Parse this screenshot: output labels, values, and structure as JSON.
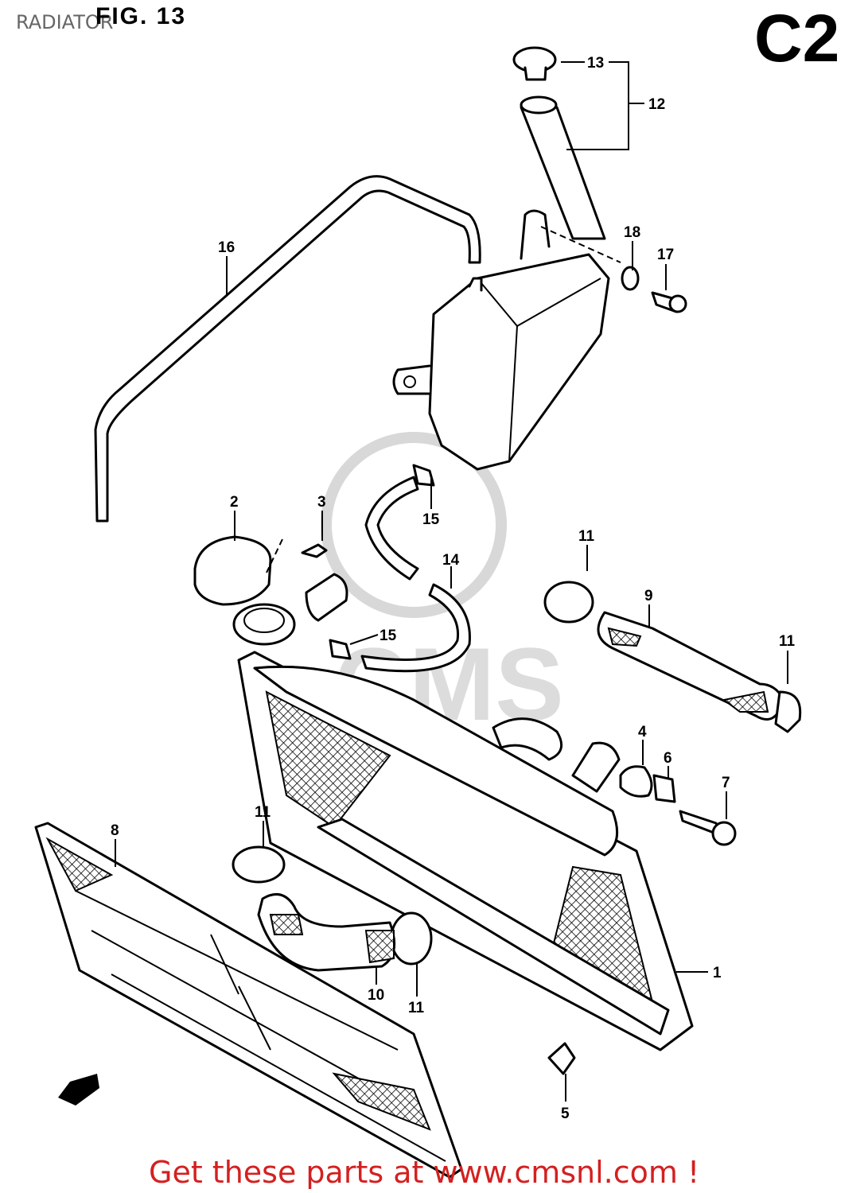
{
  "header": {
    "title": "RADIATOR",
    "figure": "FIG. 13",
    "section_code": "C2"
  },
  "callouts": {
    "p13": "13",
    "p12": "12",
    "p16": "16",
    "p18": "18",
    "p17": "17",
    "p2": "2",
    "p3": "3",
    "p15a": "15",
    "p14": "14",
    "p11a": "11",
    "p9": "9",
    "p15b": "15",
    "p11b": "11",
    "p4": "4",
    "p6": "6",
    "p7": "7",
    "p11c": "11",
    "p8": "8",
    "p1": "1",
    "p10": "10",
    "p11d": "11",
    "p5": "5"
  },
  "watermark": "CMS",
  "footer": {
    "text": "Get these parts at www.cmsnl.com !",
    "color": "#d42020"
  },
  "icons": {
    "front_arrow": "arrow-front-icon"
  }
}
